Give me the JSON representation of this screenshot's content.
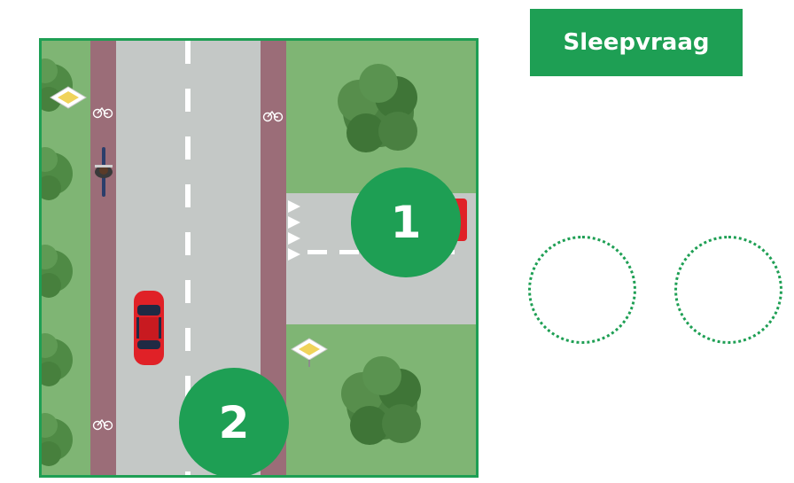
{
  "header": {
    "title": "Sleepvraag"
  },
  "markers": [
    {
      "label": "1"
    },
    {
      "label": "2"
    }
  ],
  "drop_zones": [
    {
      "label": ""
    },
    {
      "label": ""
    }
  ],
  "icons": {
    "bicycle": "bicycle-icon",
    "priority_sign": "priority-road-sign-icon",
    "tree": "tree-icon",
    "car": "car-icon",
    "cyclist": "cyclist-icon"
  },
  "colors": {
    "accent_green": "#1e9f54",
    "grass": "#7fb574",
    "road": "#c4c8c6",
    "bike_lane": "#9b6d78",
    "car_red": "#e02127"
  }
}
